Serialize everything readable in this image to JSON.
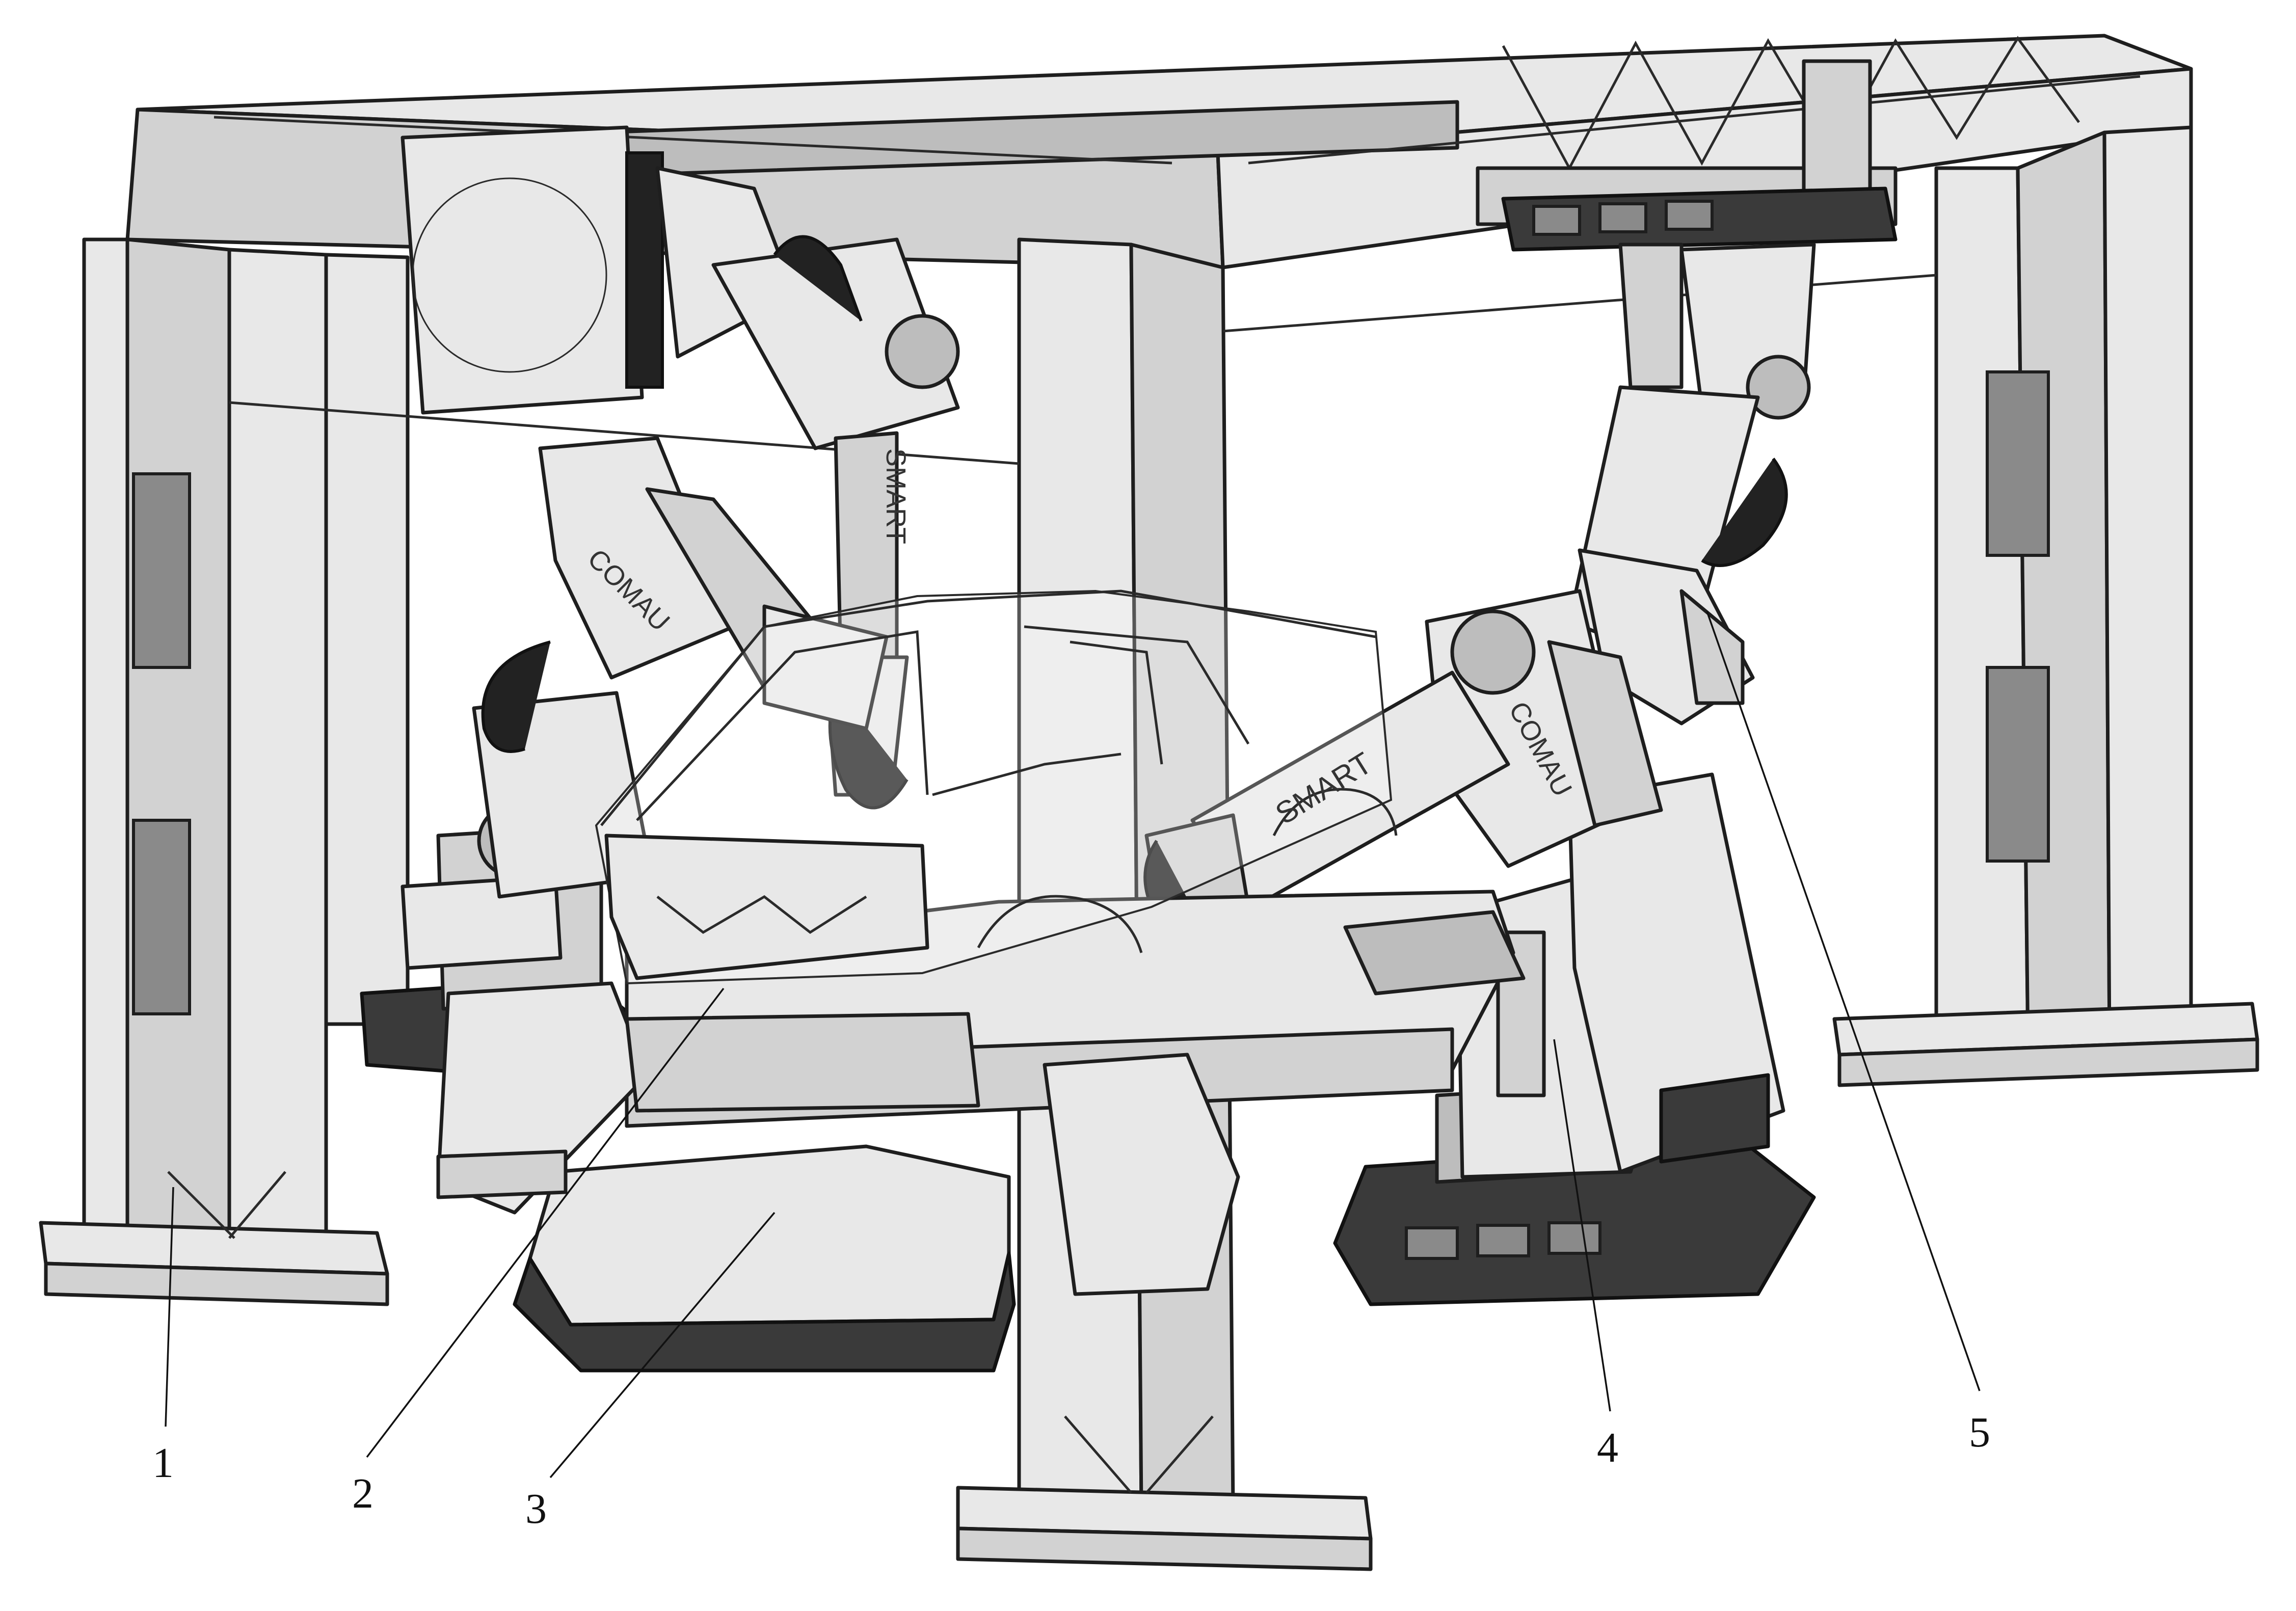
{
  "figure": {
    "subject": "Gantry-mounted robotic welding cell for a car body",
    "callouts": [
      {
        "id": "1",
        "label": "1"
      },
      {
        "id": "2",
        "label": "2"
      },
      {
        "id": "3",
        "label": "3"
      },
      {
        "id": "4",
        "label": "4"
      },
      {
        "id": "5",
        "label": "5"
      }
    ],
    "markings": {
      "brand": "COMAU",
      "model": "SMART"
    }
  }
}
